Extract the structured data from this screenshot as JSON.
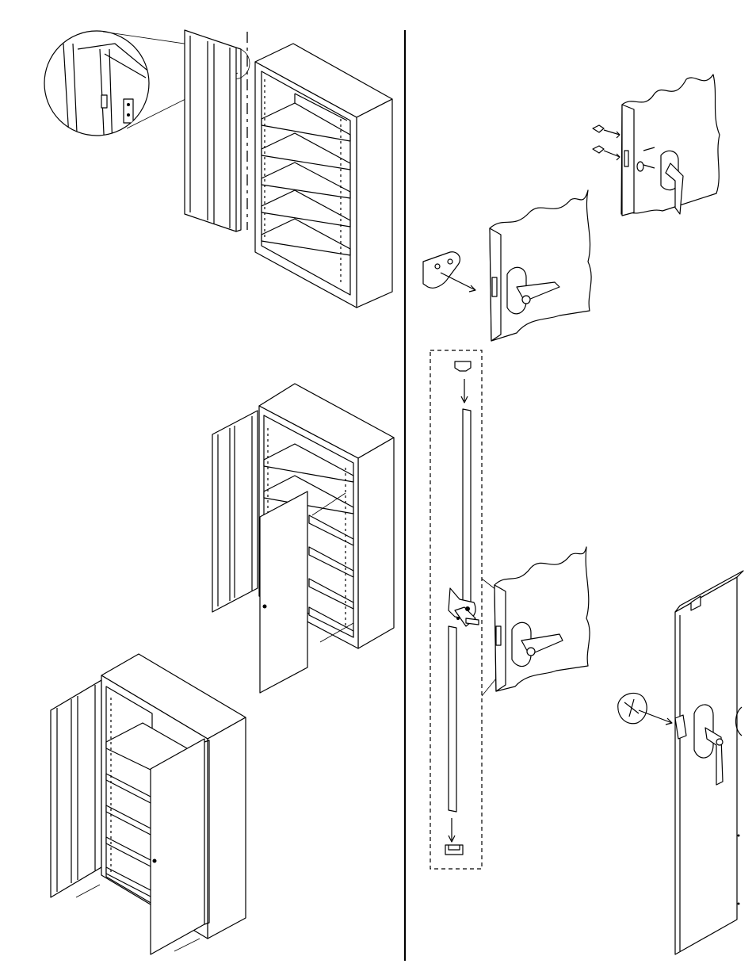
{
  "page": {
    "background": "#ffffff",
    "line_color": "#000000"
  },
  "figures": [
    {
      "id": "fig-door-hinge-mounting",
      "panel": "left",
      "icon": "cabinet-door-hinge-detail"
    },
    {
      "id": "fig-one-door-installed",
      "panel": "left",
      "icon": "cabinet-open-door"
    },
    {
      "id": "fig-both-doors-installed",
      "panel": "left",
      "icon": "cabinet-two-doors"
    },
    {
      "id": "fig-handle-attachment",
      "panel": "right",
      "icon": "door-handle-screws"
    },
    {
      "id": "fig-latch-plate",
      "panel": "right",
      "icon": "latch-plate"
    },
    {
      "id": "fig-locking-rod-assembly",
      "panel": "right",
      "icon": "locking-rod-cam"
    },
    {
      "id": "fig-strike-installation",
      "panel": "right",
      "icon": "door-edge-strike"
    }
  ]
}
